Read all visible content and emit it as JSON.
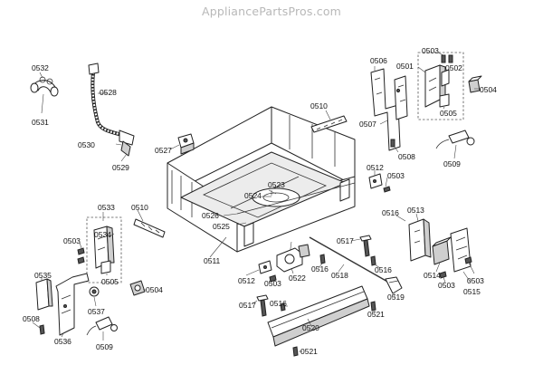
{
  "watermark": "AppliancePartsPros.com",
  "part_labels": [
    {
      "id": "0503",
      "text": "0503"
    },
    {
      "id": "0501",
      "text": "0501"
    },
    {
      "id": "0502",
      "text": "0502"
    },
    {
      "id": "0504",
      "text": "0504"
    },
    {
      "id": "0505",
      "text": "0505"
    },
    {
      "id": "0506",
      "text": "0506"
    },
    {
      "id": "0507",
      "text": "0507"
    },
    {
      "id": "0508",
      "text": "0508"
    },
    {
      "id": "0509",
      "text": "0509"
    },
    {
      "id": "0510",
      "text": "0510"
    },
    {
      "id": "0511",
      "text": "0511"
    },
    {
      "id": "0512",
      "text": "0512"
    },
    {
      "id": "0513",
      "text": "0513"
    },
    {
      "id": "0514",
      "text": "0514"
    },
    {
      "id": "0515",
      "text": "0515"
    },
    {
      "id": "0516",
      "text": "0516"
    },
    {
      "id": "0517",
      "text": "0517"
    },
    {
      "id": "0518",
      "text": "0518"
    },
    {
      "id": "0519",
      "text": "0519"
    },
    {
      "id": "0520",
      "text": "0520"
    },
    {
      "id": "0521",
      "text": "0521"
    },
    {
      "id": "0522",
      "text": "0522"
    },
    {
      "id": "0523",
      "text": "0523"
    },
    {
      "id": "0524",
      "text": "0524"
    },
    {
      "id": "0525",
      "text": "0525"
    },
    {
      "id": "0526",
      "text": "0526"
    },
    {
      "id": "0527",
      "text": "0527"
    },
    {
      "id": "0528",
      "text": "0528"
    },
    {
      "id": "0529",
      "text": "0529"
    },
    {
      "id": "0530",
      "text": "0530"
    },
    {
      "id": "0531",
      "text": "0531"
    },
    {
      "id": "0532",
      "text": "0532"
    },
    {
      "id": "0533",
      "text": "0533"
    },
    {
      "id": "0534",
      "text": "0534"
    },
    {
      "id": "0535",
      "text": "0535"
    },
    {
      "id": "0536",
      "text": "0536"
    },
    {
      "id": "0537",
      "text": "0537"
    }
  ]
}
